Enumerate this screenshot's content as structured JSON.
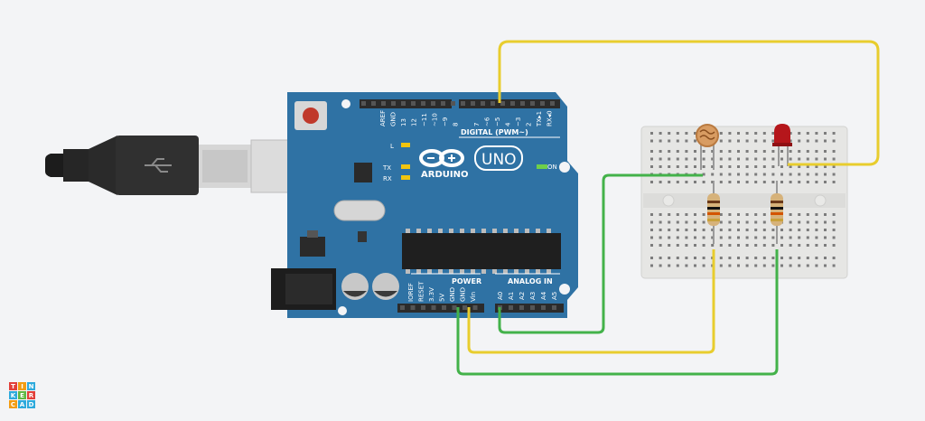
{
  "board": {
    "digital_label": "DIGITAL (PWM~)",
    "brand": "ARDUINO",
    "model": "UNO",
    "on_label": "ON",
    "led_l": "L",
    "led_tx": "TX",
    "led_rx": "RX",
    "power_label": "POWER",
    "analog_label": "ANALOG IN",
    "digital_pins": [
      "AREF",
      "GND",
      "13",
      "12",
      "~11",
      "~10",
      "~9",
      "8",
      "7",
      "~6",
      "~5",
      "4",
      "~3",
      "2",
      "TX▸1",
      "RX◂0"
    ],
    "power_pins": [
      "IOREF",
      "RESET",
      "3.3V",
      "5V",
      "GND",
      "GND",
      "Vin"
    ],
    "analog_pins": [
      "A0",
      "A1",
      "A2",
      "A3",
      "A4",
      "A5"
    ]
  },
  "wires": {
    "yellow": "#e8cd2e",
    "green": "#43b24a"
  },
  "colors": {
    "board": "#2f72a4",
    "breadboard": "#e6e6e4",
    "led": "#b5161b",
    "photoresistor": "#d89c62"
  },
  "logo": {
    "letters": [
      "T",
      "I",
      "N",
      "K",
      "E",
      "R",
      "C",
      "A",
      "D"
    ],
    "colors": [
      "#e2403a",
      "#f39c12",
      "#2eaadc",
      "#2eaadc",
      "#5fb844",
      "#e2403a",
      "#f39c12",
      "#2eaadc",
      "#2eaadc"
    ]
  }
}
